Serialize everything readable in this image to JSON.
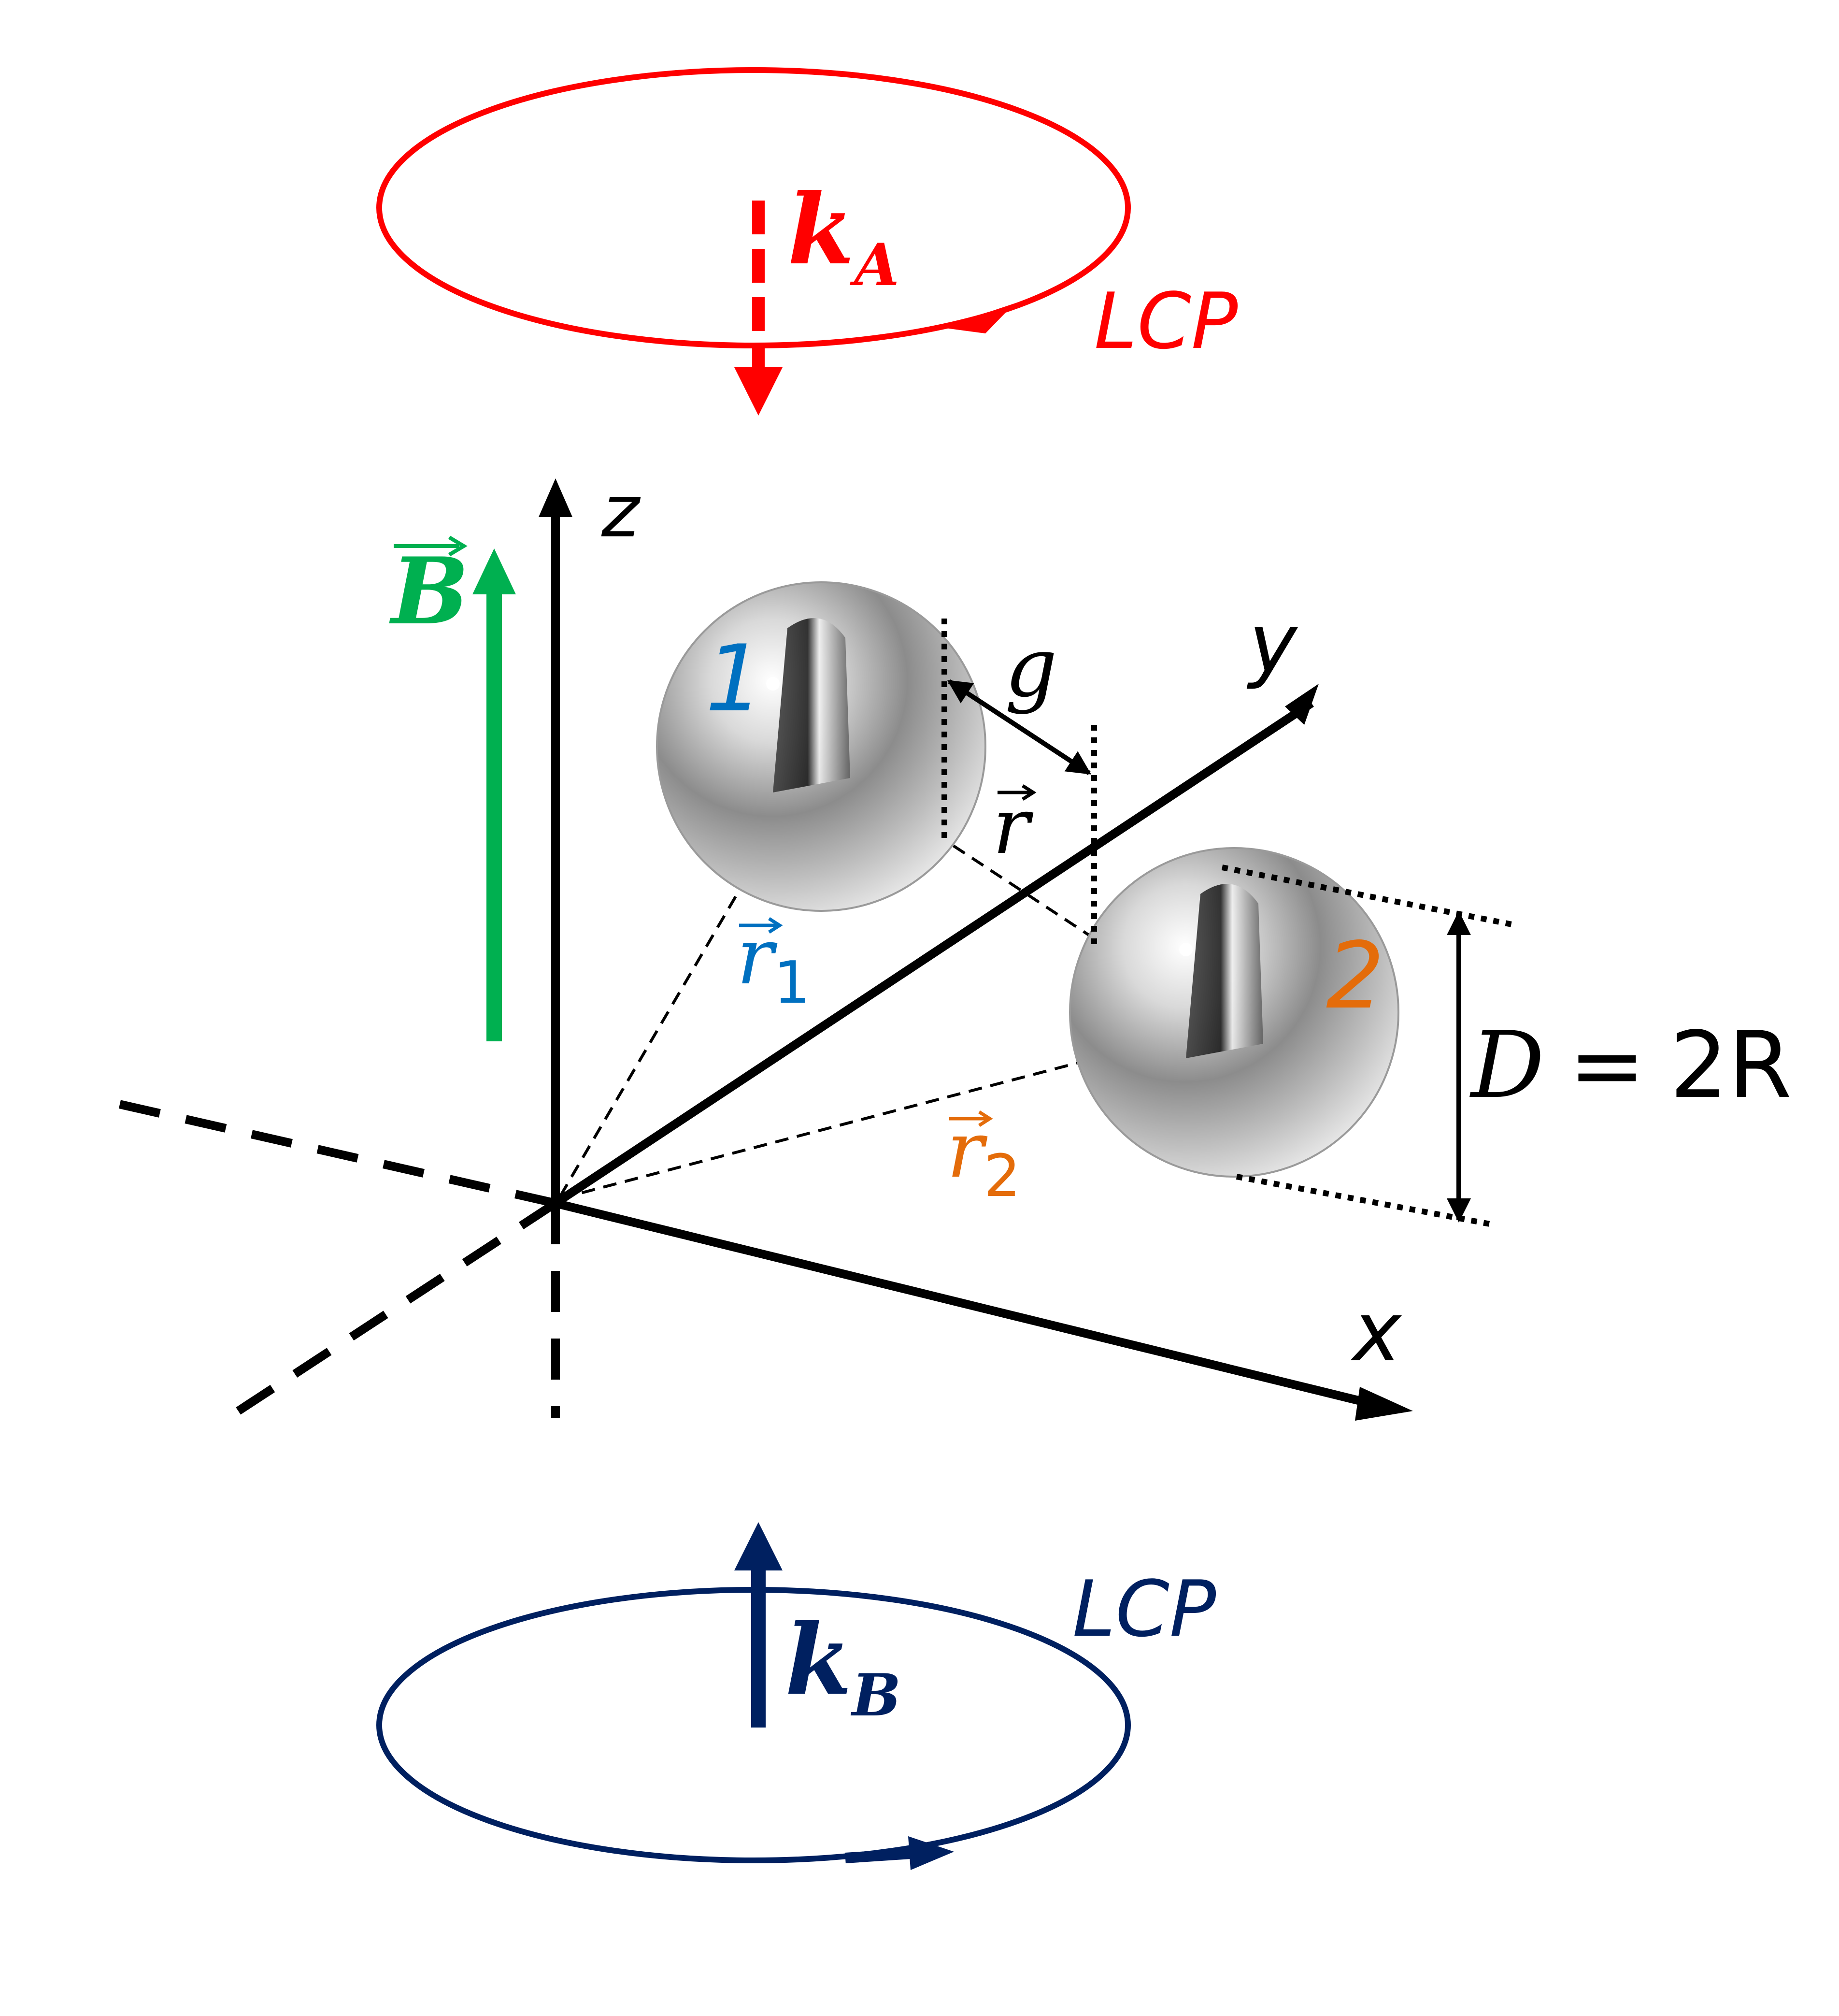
{
  "colors": {
    "beam_a": "#ff0000",
    "beam_b": "#002060",
    "field": "#00b050",
    "particle_1": "#0070c0",
    "particle_2": "#e46c0a",
    "axes": "#000000"
  },
  "beam_a": {
    "wavevector_main": "k",
    "wavevector_sub": "A",
    "polarization": "LCP"
  },
  "beam_b": {
    "wavevector_main": "k",
    "wavevector_sub": "B",
    "polarization": "LCP"
  },
  "field": {
    "label": "B"
  },
  "axes": {
    "x": "x",
    "y": "y",
    "z": "z"
  },
  "particles": [
    {
      "label": "1",
      "position_main": "r",
      "position_sub": "1"
    },
    {
      "label": "2",
      "position_main": "r",
      "position_sub": "2"
    }
  ],
  "separation": {
    "vector": "r",
    "gap": "g"
  },
  "diameter": {
    "lhs": "D",
    "equals": "=",
    "rhs": "2R"
  },
  "icons": {
    "sphere": "metallic-sphere-icon"
  }
}
